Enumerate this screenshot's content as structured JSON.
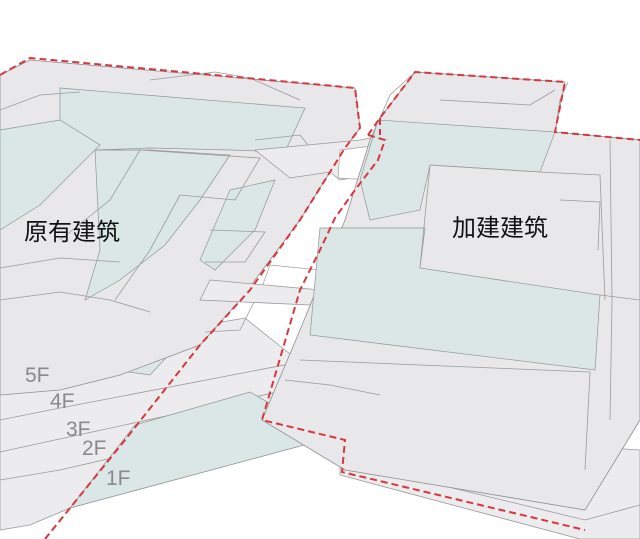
{
  "labels": {
    "existing_building": "原有建筑",
    "new_building": "加建建筑"
  },
  "floors": [
    "5F",
    "4F",
    "3F",
    "2F",
    "1F"
  ],
  "colors": {
    "boundary": "#d9363e",
    "floor_slab": "#ececee",
    "circulation": "#dbe6e7",
    "floor_label": "#8a8a8a"
  }
}
